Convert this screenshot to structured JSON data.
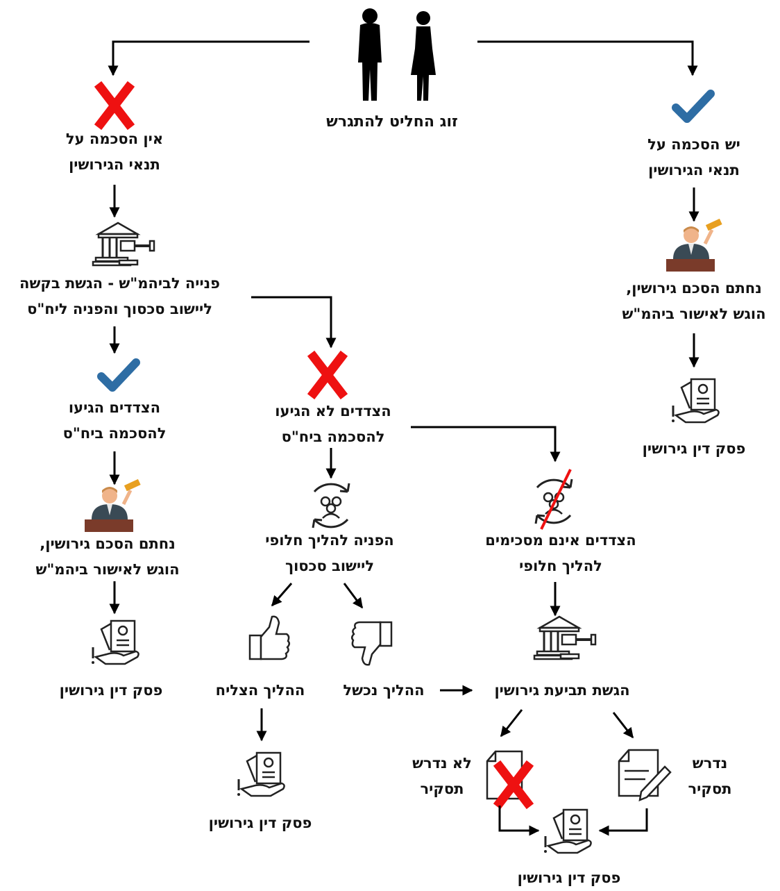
{
  "title": "זוג החליט להתגרש",
  "colors": {
    "check": "#2e6da4",
    "cross": "#ee1111",
    "line": "#000000"
  },
  "icons": [
    "couple-silhouette-icon",
    "checkmark-icon",
    "cross-icon",
    "courthouse-gavel-icon",
    "judge-gavel-icon",
    "divorce-decree-hand-icon",
    "mediation-people-cycle-icon",
    "thumbs-up-icon",
    "thumbs-down-icon",
    "document-pen-icon",
    "document-icon"
  ],
  "agreement": {
    "line1": "יש הסכמה על",
    "line2": "תנאי הגירושין",
    "signed_line1": "נחתם הסכם גירושין,",
    "signed_line2": "הוגש לאישור ביהמ\"ש",
    "decree": "פסק דין גירושין"
  },
  "no_agreement": {
    "line1": "אין הסכמה על",
    "line2": "תנאי הגירושין",
    "court_line1": "פנייה לביהמ\"ש - הגשת בקשה",
    "court_line2": "ליישוב סכסוך והפניה ליח\"ס"
  },
  "unit_agreed": {
    "line1": "הצדדים הגיעו",
    "line2": "להסכמה ביח\"ס",
    "signed_line1": "נחתם הסכם גירושין,",
    "signed_line2": "הוגש לאישור ביהמ\"ש",
    "decree": "פסק דין גירושין"
  },
  "unit_not_agreed": {
    "line1": "הצדדים לא הגיעו",
    "line2": "להסכמה ביח\"ס",
    "alt_line1": "הפניה להליך חלופי",
    "alt_line2": "ליישוב סכסוך",
    "succeeded": "ההליך הצליח",
    "failed": "ההליך נכשל",
    "decree": "פסק דין גירושין"
  },
  "refuse_alt": {
    "line1": "הצדדים אינם מסכימים",
    "line2": "להליך חלופי",
    "claim": "הגשת תביעת גירושין",
    "report_required_1": "נדרש",
    "report_required_2": "תסקיר",
    "report_not_required_1": "לא נדרש",
    "report_not_required_2": "תסקיר",
    "decree": "פסק דין גירושין"
  }
}
